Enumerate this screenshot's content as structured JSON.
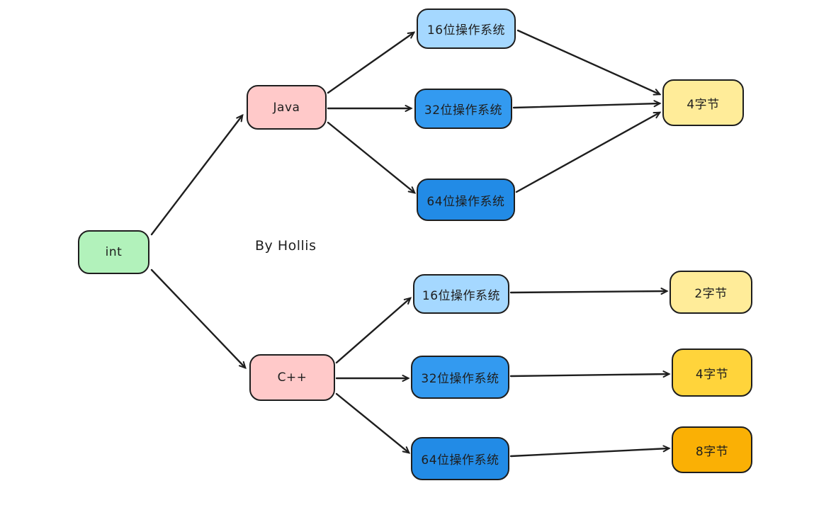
{
  "annotation": {
    "credit": "By Hollis"
  },
  "colors": {
    "background": "#ffffff",
    "stroke": "#1e1e1e",
    "green": "#b2f2bb",
    "pink": "#ffc9c9",
    "blue_light": "#a5d8ff",
    "blue_medium": "#339af0",
    "blue_dark": "#228be6",
    "yellow_light": "#ffec99",
    "yellow_gold": "#ffd43b",
    "orange": "#fab005"
  },
  "diagram": {
    "title_topic": "int size per language and OS bitness",
    "nodes": [
      {
        "id": "int",
        "label": "int",
        "fill": "#b2f2bb"
      },
      {
        "id": "java",
        "label": "Java",
        "fill": "#ffc9c9"
      },
      {
        "id": "cpp",
        "label": "C++",
        "fill": "#ffc9c9"
      },
      {
        "id": "java-os16",
        "label": "16位操作系统",
        "fill": "#a5d8ff"
      },
      {
        "id": "java-os32",
        "label": "32位操作系统",
        "fill": "#339af0"
      },
      {
        "id": "java-os64",
        "label": "64位操作系统",
        "fill": "#228be6"
      },
      {
        "id": "java-bytes4",
        "label": "4字节",
        "fill": "#ffec99"
      },
      {
        "id": "cpp-os16",
        "label": "16位操作系统",
        "fill": "#a5d8ff"
      },
      {
        "id": "cpp-os32",
        "label": "32位操作系统",
        "fill": "#339af0"
      },
      {
        "id": "cpp-os64",
        "label": "64位操作系统",
        "fill": "#228be6"
      },
      {
        "id": "cpp-bytes2",
        "label": "2字节",
        "fill": "#ffec99"
      },
      {
        "id": "cpp-bytes4",
        "label": "4字节",
        "fill": "#ffd43b"
      },
      {
        "id": "cpp-bytes8",
        "label": "8字节",
        "fill": "#fab005"
      }
    ],
    "edges": [
      {
        "from": "int",
        "to": "java"
      },
      {
        "from": "int",
        "to": "cpp"
      },
      {
        "from": "java",
        "to": "java-os16"
      },
      {
        "from": "java",
        "to": "java-os32"
      },
      {
        "from": "java",
        "to": "java-os64"
      },
      {
        "from": "java-os16",
        "to": "java-bytes4"
      },
      {
        "from": "java-os32",
        "to": "java-bytes4"
      },
      {
        "from": "java-os64",
        "to": "java-bytes4"
      },
      {
        "from": "cpp",
        "to": "cpp-os16"
      },
      {
        "from": "cpp",
        "to": "cpp-os32"
      },
      {
        "from": "cpp",
        "to": "cpp-os64"
      },
      {
        "from": "cpp-os16",
        "to": "cpp-bytes2"
      },
      {
        "from": "cpp-os32",
        "to": "cpp-bytes4"
      },
      {
        "from": "cpp-os64",
        "to": "cpp-bytes8"
      }
    ]
  }
}
